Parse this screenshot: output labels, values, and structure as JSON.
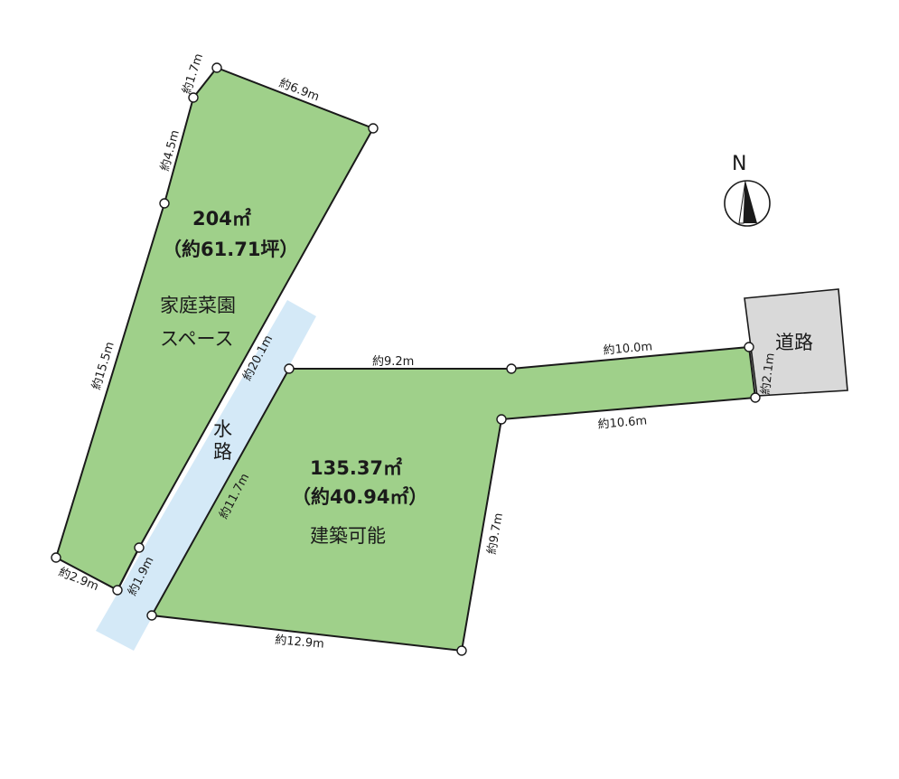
{
  "north_label": "N",
  "road_label": "道路",
  "waterway_label": [
    "水",
    "路"
  ],
  "garden_plot": {
    "area_sqm": "204㎡",
    "area_tsubo": "（約61.71坪）",
    "use_line1": "家庭菜園",
    "use_line2": "スペース"
  },
  "building_plot": {
    "area_sqm": "135.37㎡",
    "area_tsubo": "（約40.94㎡）",
    "use": "建築可能"
  },
  "dimensions": {
    "d_1_7": "約1.7m",
    "d_6_9": "約6.9m",
    "d_4_5": "約4.5m",
    "d_15_5": "約15.5m",
    "d_20_1": "約20.1m",
    "d_2_9": "約2.9m",
    "d_1_9": "約1.9m",
    "d_11_7": "約11.7m",
    "d_9_2": "約9.2m",
    "d_10_0": "約10.0m",
    "d_2_1": "約2.1m",
    "d_10_6": "約10.6m",
    "d_9_7": "約9.7m",
    "d_12_9": "約12.9m"
  },
  "colors": {
    "lot_fill": "#9fd08a",
    "water_fill": "#d4e9f7",
    "road_fill": "#d9d9d9"
  }
}
